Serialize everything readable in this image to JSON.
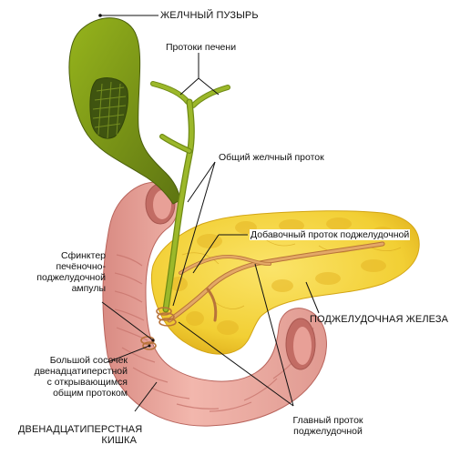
{
  "labels": {
    "gallbladder": "ЖЕЛЧНЫЙ ПУЗЫРЬ",
    "hepatic_ducts": "Протоки печени",
    "common_bile_duct": "Общий желчный проток",
    "accessory_duct": "Добавочный проток поджелудочной",
    "sphincter": [
      "Сфинктер",
      "печёночно-",
      "поджелудочной",
      "ампулы"
    ],
    "pancreas": "ПОДЖЕЛУДОЧНАЯ ЖЕЛЕЗА",
    "major_papilla": [
      "Большой сосочек",
      "двенадцатиперстной",
      "с открывающимся",
      "общим протоком"
    ],
    "duodenum": [
      "ДВЕНАДЦАТИПЕРСТНАЯ",
      "КИШКА"
    ],
    "main_duct": [
      "Главный проток",
      "поджелудочной"
    ]
  },
  "colors": {
    "gallbladder": "#7f9a14",
    "gallbladder_dark": "#4f6410",
    "bile_duct": "#9cb82a",
    "pancreas": "#f4d23c",
    "pancreas_shade": "#e2b41e",
    "duodenum": "#eba8a0",
    "duodenum_dark": "#c97068",
    "pancreatic_duct": "#d2904e",
    "leader_line": "#111111"
  }
}
